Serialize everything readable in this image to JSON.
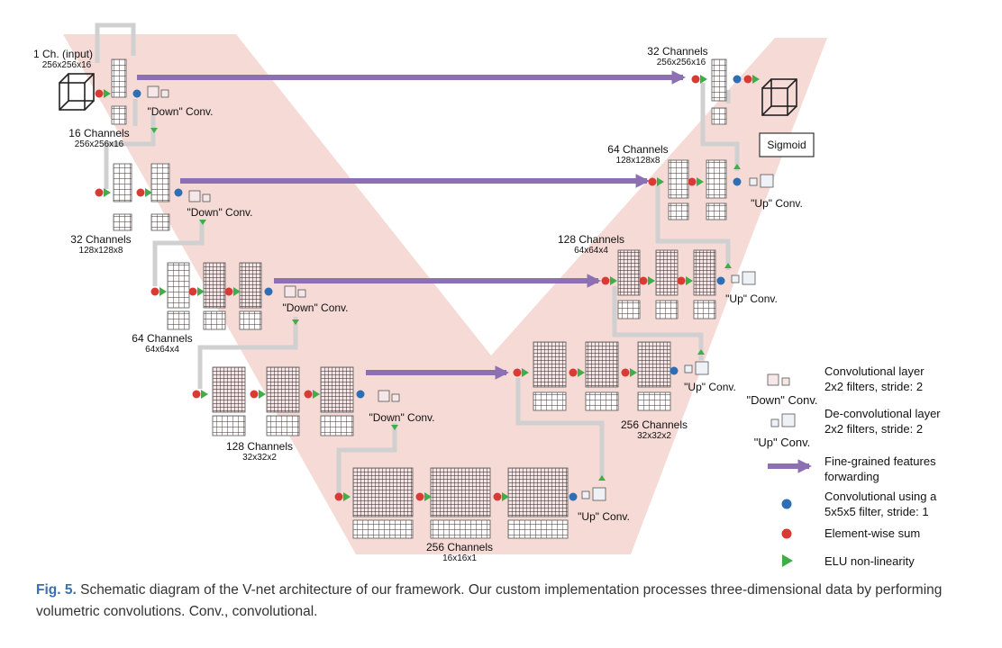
{
  "labels": {
    "input_channels": "1 Ch. (input)",
    "input_dims": "256x256x16",
    "e1_channels": "16 Channels",
    "e1_dims": "256x256x16",
    "e2_channels": "32 Channels",
    "e2_dims": "128x128x8",
    "e3_channels": "64 Channels",
    "e3_dims": "64x64x4",
    "e4_channels": "128 Channels",
    "e4_dims": "32x32x2",
    "bottom_channels": "256 Channels",
    "bottom_dims": "16x16x1",
    "d4_channels": "256 Channels",
    "d4_dims": "32x32x2",
    "d3_channels": "128 Channels",
    "d3_dims": "64x64x4",
    "d2_channels": "64 Channels",
    "d2_dims": "128x128x8",
    "d1_channels": "32 Channels",
    "d1_dims": "256x256x16",
    "down_conv": "\"Down\" Conv.",
    "up_conv": "\"Up\" Conv.",
    "sigmoid": "Sigmoid"
  },
  "legend": {
    "conv_line1": "Convolutional layer",
    "conv_line2": "2x2 filters, stride: 2",
    "conv_icon_label": "\"Down\" Conv.",
    "deconv_line1": "De-convolutional layer",
    "deconv_line2": "2x2 filters, stride: 2",
    "deconv_icon_label": "\"Up\" Conv.",
    "forward_line1": "Fine-grained features",
    "forward_line2": "forwarding",
    "conv5_line1": "Convolutional using a",
    "conv5_line2": "5x5x5 filter, stride: 1",
    "sum": "Element-wise sum",
    "elu": "ELU non-linearity"
  },
  "colors": {
    "funnel": "#f3d3cf",
    "forward_arrow": "#8d6fb3",
    "conv_dot": "#2e6eb5",
    "sum_dot": "#d93a34",
    "elu_triangle": "#3fae49",
    "figure_label": "#3a6fb0",
    "grey_path": "#cfcfcf"
  },
  "caption": {
    "figure": "Fig. 5.",
    "text": " Schematic diagram of the V-net architecture of our framework. Our custom implementation processes three-dimensional data by performing volumetric convolutions. Conv., convolutional."
  }
}
